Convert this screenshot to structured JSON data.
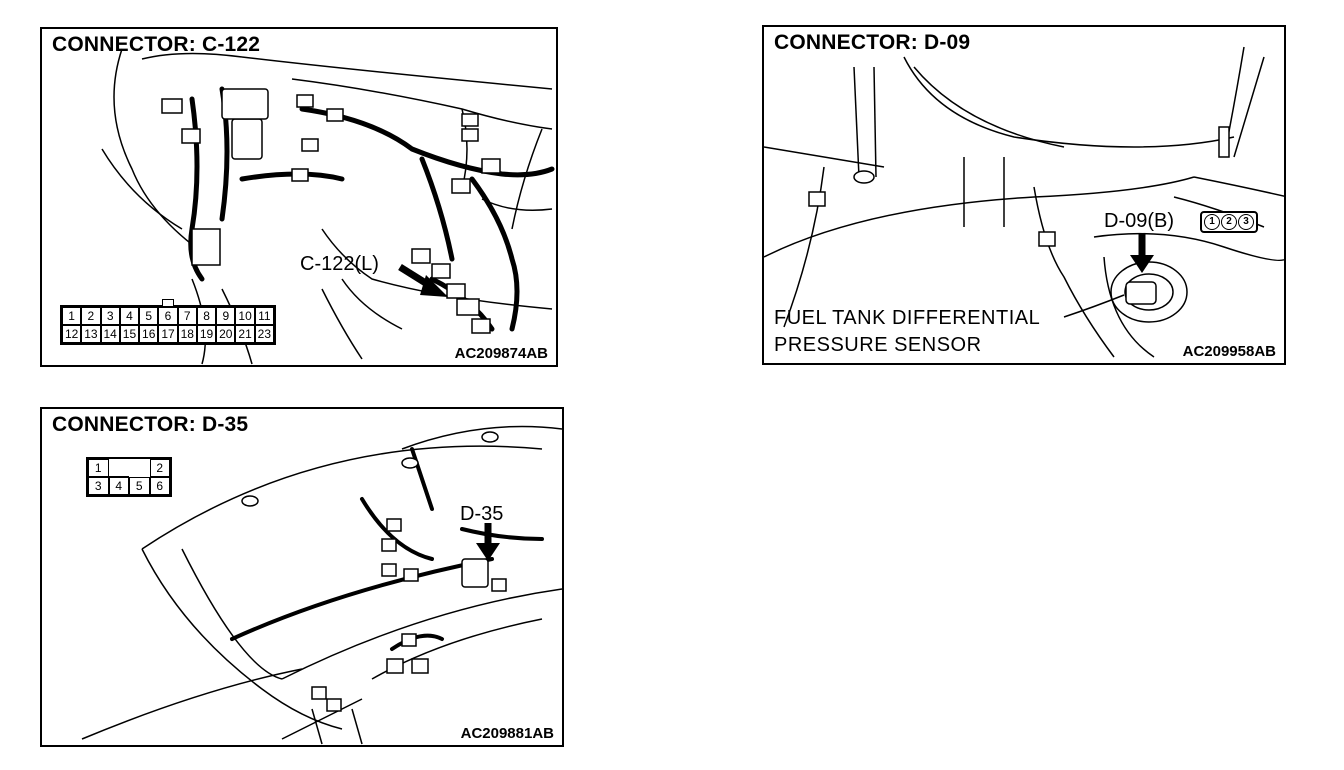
{
  "panel_c122": {
    "title": "CONNECTOR: C-122",
    "callout": "C-122(L)",
    "code": "AC209874AB",
    "pins_row1": [
      "1",
      "2",
      "3",
      "4",
      "5",
      "6",
      "7",
      "8",
      "9",
      "10",
      "11"
    ],
    "pins_row2": [
      "12",
      "13",
      "14",
      "15",
      "16",
      "17",
      "18",
      "19",
      "20",
      "21",
      "23"
    ]
  },
  "panel_d09": {
    "title": "CONNECTOR: D-09",
    "callout": "D-09(B)",
    "pins": [
      "1",
      "2",
      "3"
    ],
    "sensor_line1": "FUEL TANK DIFFERENTIAL",
    "sensor_line2": "PRESSURE SENSOR",
    "code": "AC209958AB"
  },
  "panel_d35": {
    "title": "CONNECTOR: D-35",
    "callout": "D-35",
    "code": "AC209881AB",
    "pins_row1": [
      "1",
      "2"
    ],
    "pins_row2": [
      "3",
      "4",
      "5",
      "6"
    ]
  }
}
